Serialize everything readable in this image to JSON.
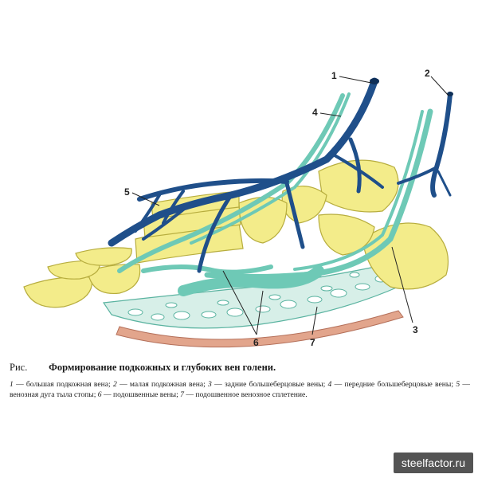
{
  "figure": {
    "callouts": {
      "c1": "1",
      "c2": "2",
      "c3": "3",
      "c4": "4",
      "c5": "5",
      "c6": "6",
      "c7": "7"
    },
    "colors": {
      "bone": "#f3ec8a",
      "bone_outline": "#b7ad3e",
      "superficial_vein": "#1f4f8a",
      "deep_vein": "#6ec9b6",
      "plexus_fill": "#d7efe8",
      "sole_skin": "#e2a58c"
    }
  },
  "caption": {
    "prefix": "Рис.",
    "title": "Формирование подкожных и глубоких вен голени.",
    "legend": [
      {
        "num": "1",
        "text": "большая подкожная вена;"
      },
      {
        "num": "2",
        "text": "малая подкожная вена;"
      },
      {
        "num": "3",
        "text": "задние большеберцовые вены;"
      },
      {
        "num": "4",
        "text": "передние большеберцовые вены;"
      },
      {
        "num": "5",
        "text": "венозная дуга тыла стопы;"
      },
      {
        "num": "6",
        "text": "подошвенные вены;"
      },
      {
        "num": "7",
        "text": "подошвенное венозное сплетение."
      }
    ]
  },
  "watermark": "steelfactor.ru"
}
